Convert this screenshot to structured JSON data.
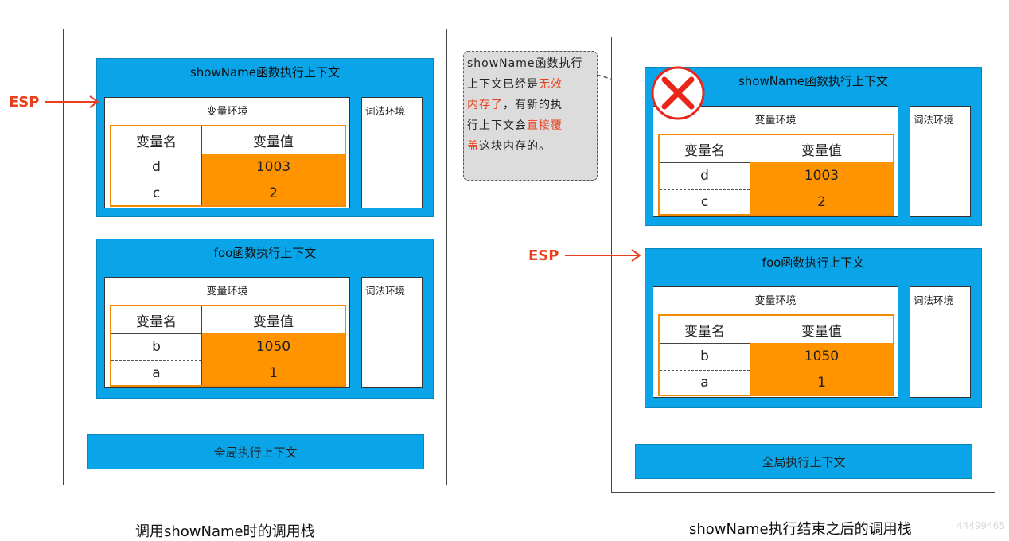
{
  "left_stack": {
    "caption": "调用showName时的调用栈",
    "esp_label": "ESP",
    "frames": [
      {
        "title": "showName函数执行上下文",
        "var_env_label": "变量环境",
        "lex_env_label": "词法环境",
        "header_name": "变量名",
        "header_value": "变量值",
        "rows": [
          {
            "name": "d",
            "value": "1003"
          },
          {
            "name": "c",
            "value": "2"
          }
        ]
      },
      {
        "title": "foo函数执行上下文",
        "var_env_label": "变量环境",
        "lex_env_label": "词法环境",
        "header_name": "变量名",
        "header_value": "变量值",
        "rows": [
          {
            "name": "b",
            "value": "1050"
          },
          {
            "name": "a",
            "value": "1"
          }
        ]
      }
    ],
    "global_label": "全局执行上下文"
  },
  "note": {
    "line1": "showName函数执行",
    "line2a": "上下文已经是",
    "line2b": "无效",
    "line3a": "内存了",
    "line3b": "，有新的执",
    "line4a": "行上下文会",
    "line4b": "直接覆",
    "line5a": "盖",
    "line5b": "这块内存的。"
  },
  "right_stack": {
    "caption": "showName执行结束之后的调用栈",
    "esp_label": "ESP",
    "frames": [
      {
        "title": "showName函数执行上下文",
        "var_env_label": "变量环境",
        "lex_env_label": "词法环境",
        "header_name": "变量名",
        "header_value": "变量值",
        "rows": [
          {
            "name": "d",
            "value": "1003"
          },
          {
            "name": "c",
            "value": "2"
          }
        ]
      },
      {
        "title": "foo函数执行上下文",
        "var_env_label": "变量环境",
        "lex_env_label": "词法环境",
        "header_name": "变量名",
        "header_value": "变量值",
        "rows": [
          {
            "name": "b",
            "value": "1050"
          },
          {
            "name": "a",
            "value": "1"
          }
        ]
      }
    ],
    "global_label": "全局执行上下文"
  },
  "watermark": "44499465",
  "colors": {
    "frame": "#0aa5e8",
    "value_fill": "#ff9400",
    "esp": "#e8401c",
    "invalid_mark": "#e8261c"
  },
  "icons": {
    "invalid": "red-x-icon"
  }
}
